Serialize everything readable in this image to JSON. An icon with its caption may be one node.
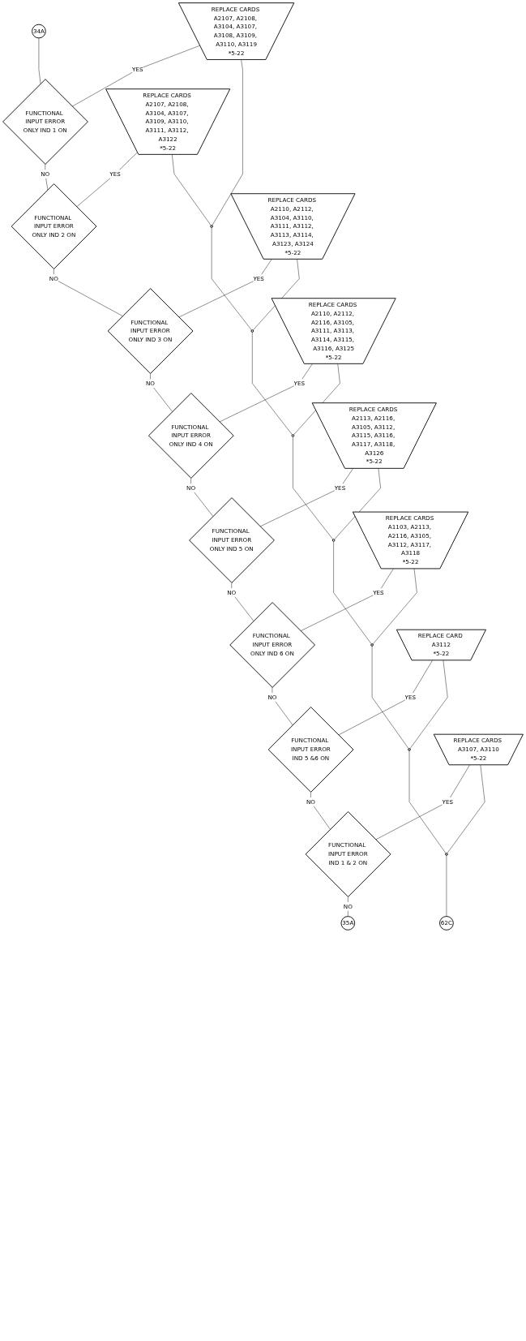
{
  "diagram": {
    "nodes": [
      {
        "text": [
          "34A"
        ]
      },
      {
        "text": [
          "FUNCTIONAL INPUT ERROR",
          "ONLY IND 1 ON"
        ]
      },
      {
        "text": [
          "REPLACE CARDS A2107, A2108, A3104, A3107, A3108, A3109, A3110, A3119",
          "*5-22"
        ]
      },
      {
        "text": [
          "FUNCTIONAL INPUT ERROR",
          "ONLY IND 2 ON"
        ]
      },
      {
        "text": [
          "REPLACE CARDS A2107, A2108, A3104, A3107, A3109, A3110, A3111, A3112, A3122",
          "*5-22"
        ]
      },
      {
        "text": [],
        "shape": "circle"
      },
      {
        "text": [
          "FUNCTIONAL INPUT ERROR",
          "ONLY IND 3 ON"
        ]
      },
      {
        "text": [
          "REPLACE CARDS A2110, A2112, A3104, A3110, A3111, A3112, A3113, A3114, A3123, A3124",
          "*5-22"
        ]
      },
      {
        "text": [],
        "shape": "circle"
      },
      {
        "text": [
          "FUNCTIONAL INPUT ERROR",
          "ONLY IND 4 ON"
        ]
      },
      {
        "text": [
          "REPLACE CARDS A2110, A2112, A2116, A3105, A3111, A3113, A3114, A3115, A3116, A3125",
          "*5-22"
        ]
      },
      {
        "text": [],
        "shape": "circle"
      },
      {
        "text": [
          "FUNCTIONAL INPUT ERROR",
          "ONLY IND 5 ON"
        ]
      },
      {
        "text": [
          "REPLACE CARDS A2113, A2116, A3105, A3112, A3115, A3116, A3117, A3118, A3126",
          "*5-22"
        ]
      },
      {
        "text": [],
        "shape": "circle"
      },
      {
        "text": [
          "FUNCTIONAL INPUT ERROR",
          "ONLY IND 6 ON"
        ]
      },
      {
        "text": [
          "REPLACE CARDS A1103, A2113, A2116, A3105, A3112, A3117, A3118",
          "*5-22"
        ]
      },
      {
        "text": [],
        "shape": "circle"
      },
      {
        "text": [
          "FUNCTIONAL INPUT ERROR",
          "IND 5 &6 ON"
        ]
      },
      {
        "text": [
          "REPLACE CARD A3112",
          "*5-22"
        ]
      },
      {
        "text": [],
        "shape": "circle"
      },
      {
        "text": [
          "FUNCTIONAL INPUT ERROR",
          "IND 1 & 2 ON"
        ]
      },
      {
        "text": [
          "REPLACE CARDS A3107, A3110",
          "*5-22"
        ]
      },
      {
        "text": [],
        "shape": "circle"
      },
      {
        "text": [
          "35A"
        ]
      },
      {
        "text": [
          "62C"
        ]
      }
    ],
    "edges": [
      {
        "from": 0,
        "to": 1,
        "arrow": "none"
      },
      {
        "from": 2,
        "to": 1,
        "arrow": "none",
        "label": "YES"
      },
      {
        "from": 1,
        "to": 3,
        "arrow": "none",
        "label": "NO"
      },
      {
        "from": 4,
        "to": 3,
        "arrow": "none",
        "label": "YES"
      },
      {
        "from": 3,
        "to": 6,
        "arrow": "none",
        "label": "NO"
      },
      {
        "from": 7,
        "to": 6,
        "arrow": "none",
        "label": "YES"
      },
      {
        "from": 6,
        "to": 9,
        "arrow": "none",
        "label": "NO"
      },
      {
        "from": 10,
        "to": 9,
        "arrow": "none",
        "label": "YES"
      },
      {
        "from": 9,
        "to": 12,
        "arrow": "none",
        "label": "NO"
      },
      {
        "from": 13,
        "to": 12,
        "arrow": "none",
        "label": "YES"
      },
      {
        "from": 12,
        "to": 15,
        "arrow": "none",
        "label": "NO"
      },
      {
        "from": 16,
        "to": 15,
        "arrow": "none",
        "label": "YES"
      },
      {
        "from": 15,
        "to": 18,
        "arrow": "none",
        "label": "NO"
      },
      {
        "from": 19,
        "to": 18,
        "arrow": "none",
        "label": "YES"
      },
      {
        "from": 18,
        "to": 21,
        "arrow": "none",
        "label": "NO"
      },
      {
        "from": 22,
        "to": 21,
        "arrow": "none",
        "label": "YES"
      },
      {
        "from": 21,
        "to": 24,
        "arrow": "none",
        "label": "NO"
      },
      {
        "from": 2,
        "to": 5,
        "arrow": "none"
      },
      {
        "from": 4,
        "to": 5,
        "arrow": "none"
      },
      {
        "from": 5,
        "to": 8,
        "arrow": "none"
      },
      {
        "from": 7,
        "to": 8,
        "arrow": "none"
      },
      {
        "from": 8,
        "to": 11,
        "arrow": "none"
      },
      {
        "from": 10,
        "to": 11,
        "arrow": "none"
      },
      {
        "from": 11,
        "to": 14,
        "arrow": "none"
      },
      {
        "from": 13,
        "to": 14,
        "arrow": "none"
      },
      {
        "from": 14,
        "to": 17,
        "arrow": "none"
      },
      {
        "from": 16,
        "to": 17,
        "arrow": "none"
      },
      {
        "from": 17,
        "to": 20,
        "arrow": "none"
      },
      {
        "from": 19,
        "to": 20,
        "arrow": "none"
      },
      {
        "from": 20,
        "to": 23,
        "arrow": "none"
      },
      {
        "from": 22,
        "to": 23,
        "arrow": "none"
      },
      {
        "from": 23,
        "to": 25,
        "arrow": "none"
      }
    ]
  }
}
